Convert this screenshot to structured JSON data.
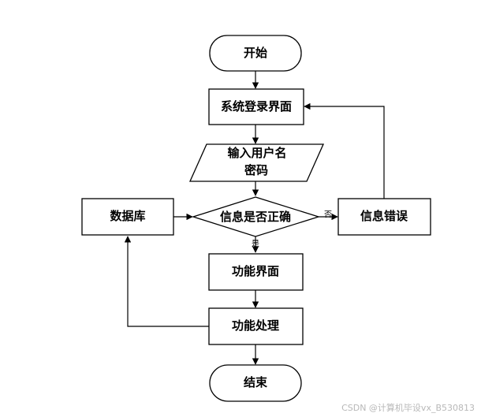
{
  "nodes": {
    "start": {
      "label": "开始"
    },
    "login": {
      "label": "系统登录界面"
    },
    "input": {
      "line1": "输入用户名",
      "line2": "密码"
    },
    "check": {
      "label": "信息是否正确"
    },
    "database": {
      "label": "数据库"
    },
    "error": {
      "label": "信息错误"
    },
    "function_ui": {
      "label": "功能界面"
    },
    "function_proc": {
      "label": "功能处理"
    },
    "end": {
      "label": "结束"
    }
  },
  "edges": {
    "yes_label": "是",
    "no_label": "否"
  },
  "watermark": "CSDN @计算机毕设vx_B530813"
}
